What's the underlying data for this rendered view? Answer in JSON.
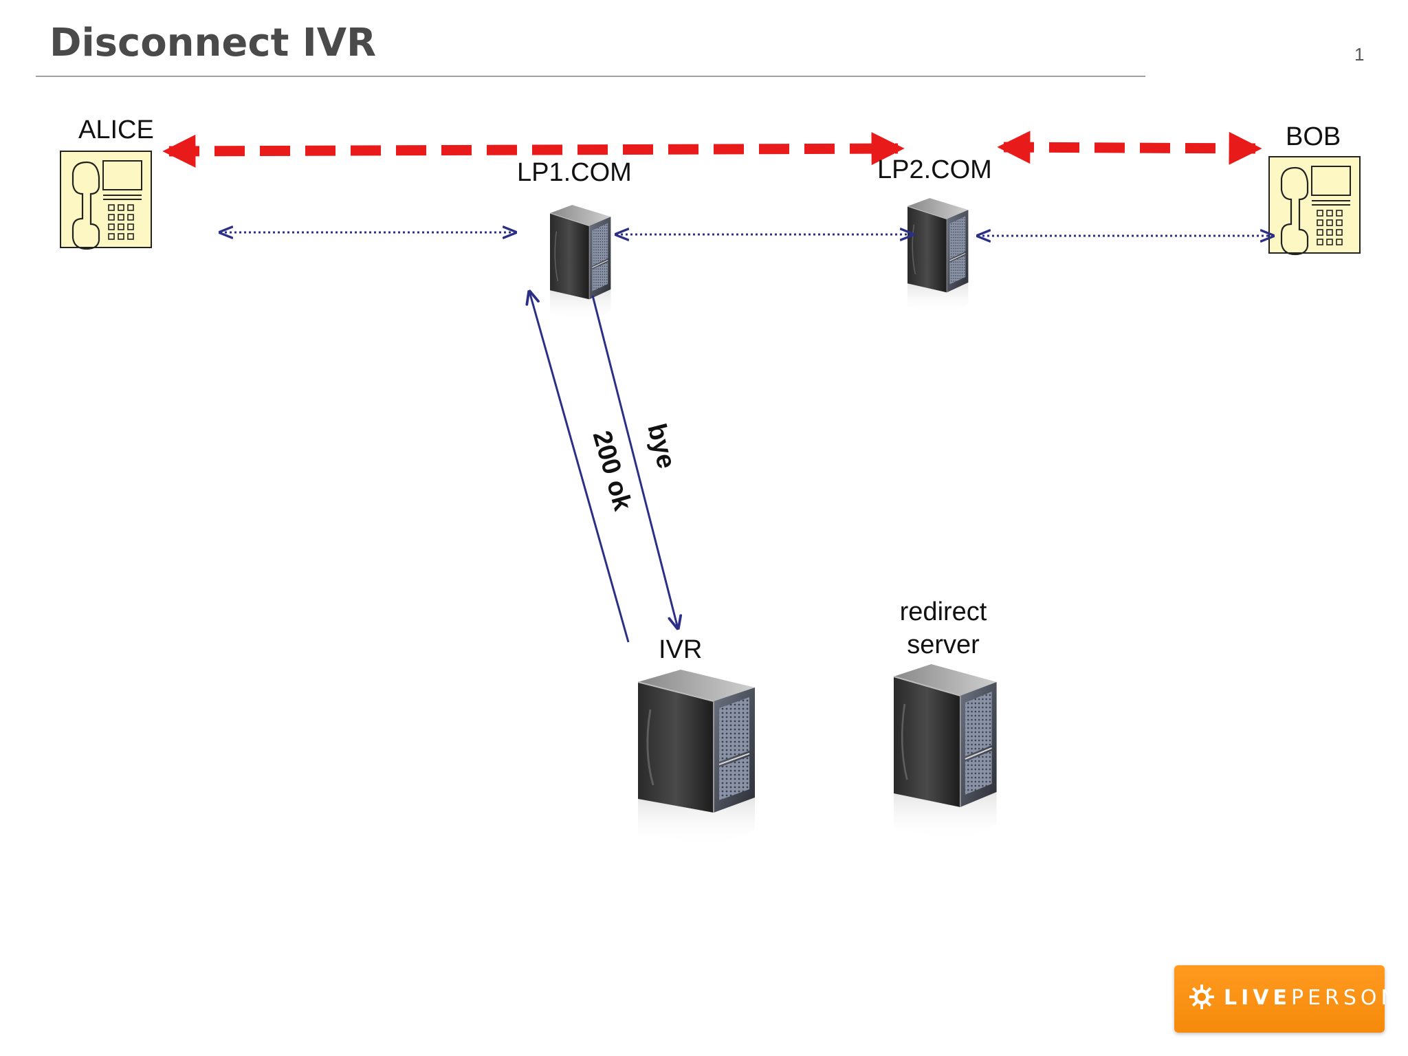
{
  "slide": {
    "title": "Disconnect IVR",
    "page_number": "1"
  },
  "nodes": {
    "alice": {
      "label": "ALICE",
      "icon": "desk-phone-icon"
    },
    "bob": {
      "label": "BOB",
      "icon": "desk-phone-icon"
    },
    "lp1": {
      "label": "LP1.COM",
      "icon": "server-tower-icon"
    },
    "lp2": {
      "label": "LP2.COM",
      "icon": "server-tower-icon"
    },
    "ivr": {
      "label": "IVR",
      "icon": "server-tower-icon"
    },
    "redirect": {
      "label_line1": "redirect",
      "label_line2": "server",
      "icon": "server-tower-icon"
    }
  },
  "edges": {
    "bye": "bye",
    "ok": "200 ok"
  },
  "colors": {
    "media_path": "#e81a1a",
    "signaling": "#2b2f86",
    "title": "#4a4a4a",
    "phone_fill": "#fdf7c3",
    "logo": "#f7941d"
  },
  "logo": {
    "bold": "LIVE",
    "light": "PERSON"
  }
}
